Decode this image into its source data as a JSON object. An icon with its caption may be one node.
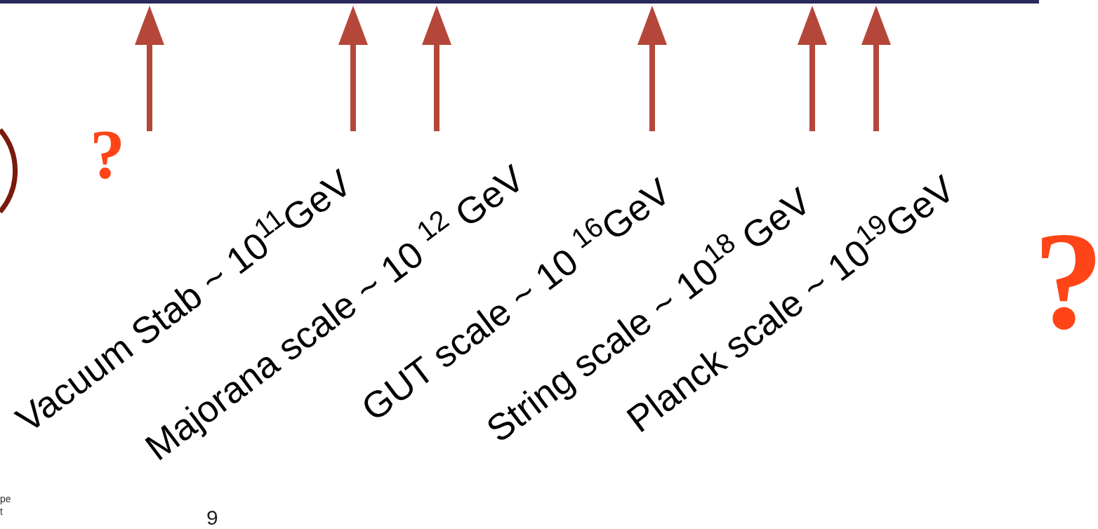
{
  "diagram": {
    "labels": [
      "?",
      "Vacuum Stab ~ 10$^{11}$GeV",
      "Majorana scale ~ 10 $^{12}$ GeV",
      "GUT scale ~ 10 $^{16}$GeV",
      "String scale ~ 10$^{18}$ GeV",
      "Planck scale ~ 10$^{19}$GeV",
      "?",
      "pe",
      "t",
      "9"
    ]
  }
}
